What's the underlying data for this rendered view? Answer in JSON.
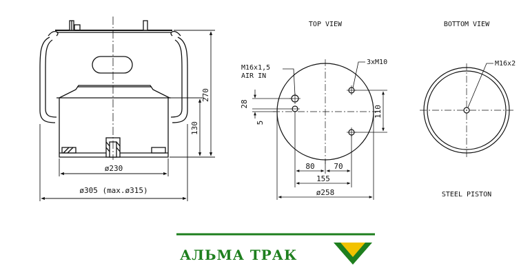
{
  "views": {
    "top_view": "TOP VIEW",
    "bottom_view": "BOTTOM VIEW",
    "steel_piston": "STEEL PISTON"
  },
  "side_dims": {
    "height_total": "270",
    "height_piston": "130",
    "dia_piston": "ø230",
    "dia_bellow": "ø305 (max.ø315)"
  },
  "top_dims": {
    "air_in_thread": "M16x1,5",
    "air_in": "AIR IN",
    "studs": "3xM10",
    "offset_28": "28",
    "offset_5": "5",
    "spacing_110": "110",
    "spacing_80": "80",
    "spacing_70": "70",
    "spacing_155": "155",
    "dia_plate": "ø258"
  },
  "bottom_dims": {
    "thread": "M16x2"
  },
  "brand": {
    "name": "АЛЬМА ТРАК",
    "color_green": "#1e7f1e",
    "color_yellow": "#f2c200"
  }
}
